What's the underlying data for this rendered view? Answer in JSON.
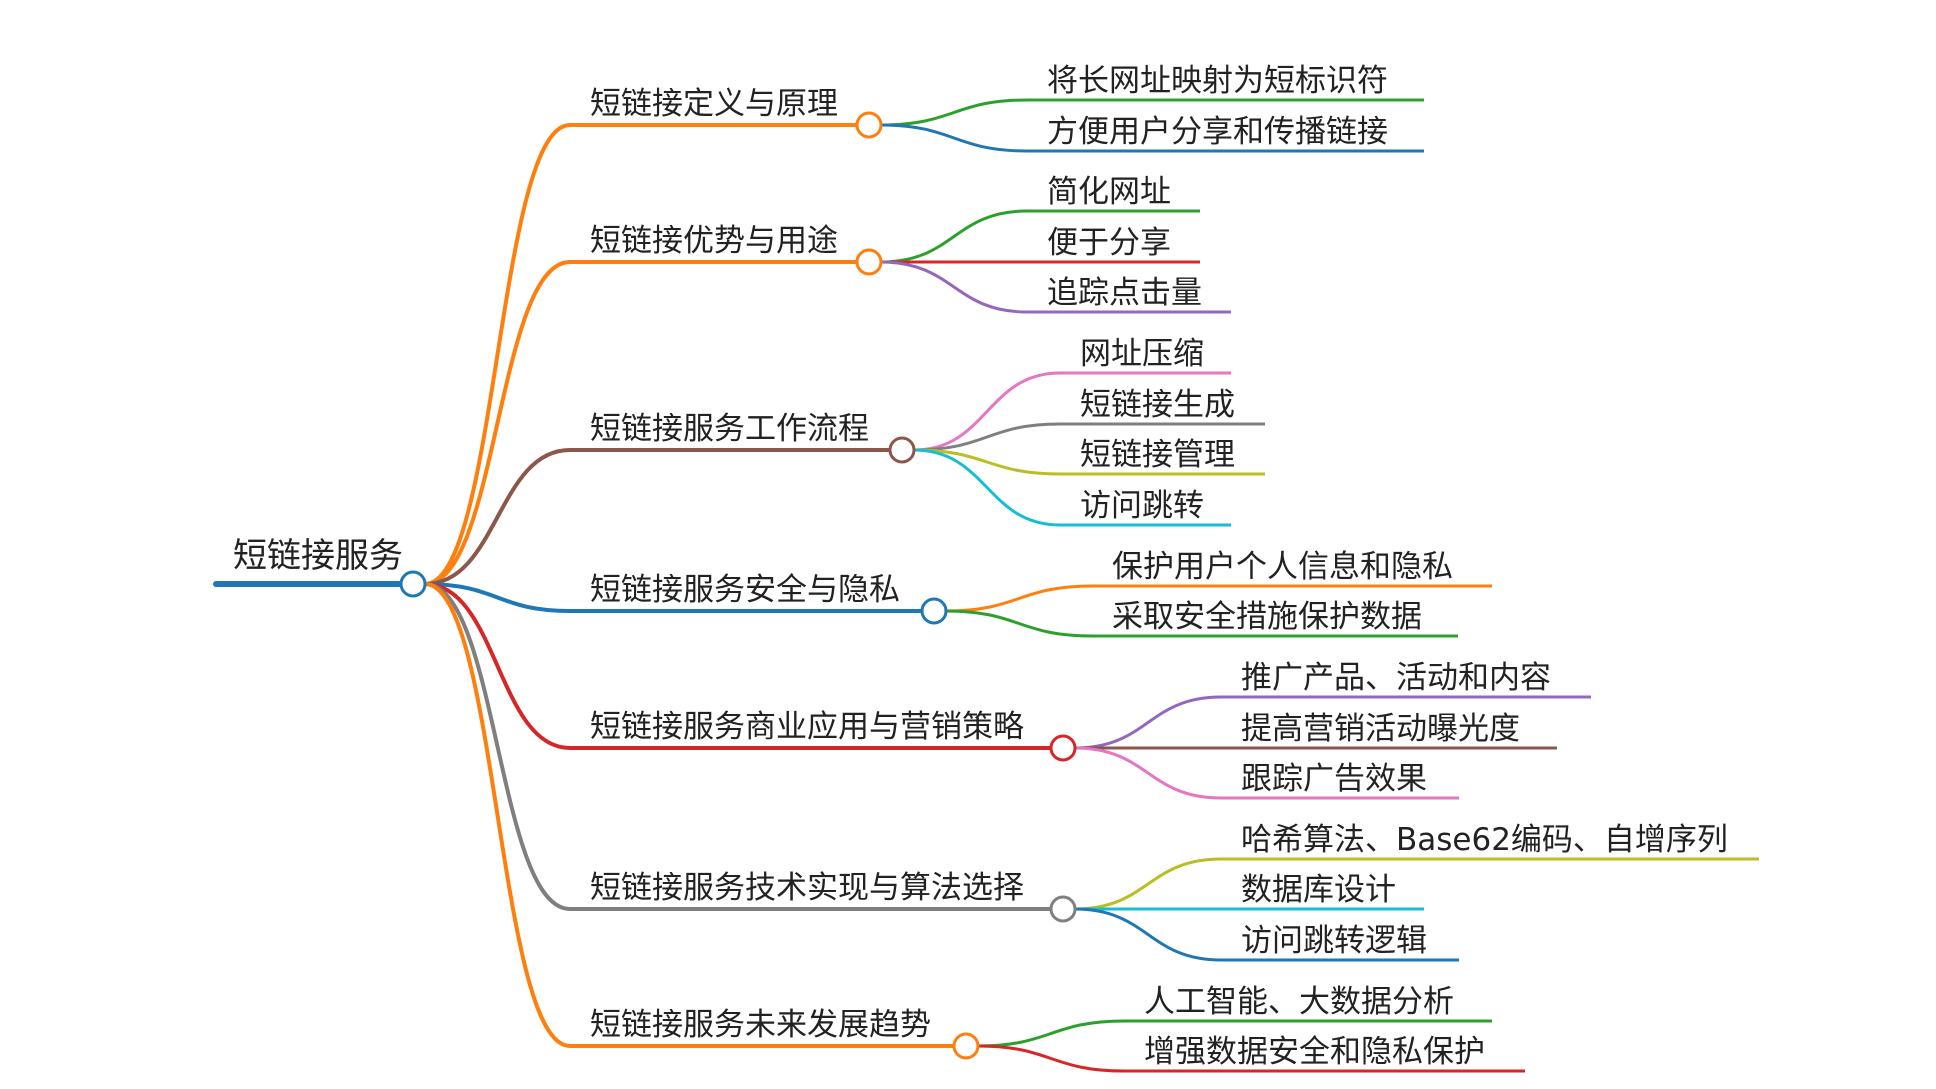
{
  "mindmap": {
    "root": {
      "label": "短链接服务",
      "color": "#1f77b4"
    },
    "branches": [
      {
        "label": "短链接定义与原理",
        "color": "#ff7f0e",
        "children": [
          {
            "label": "将长网址映射为短标识符",
            "color": "#2ca02c"
          },
          {
            "label": "方便用户分享和传播链接",
            "color": "#1f77b4"
          }
        ]
      },
      {
        "label": "短链接优势与用途",
        "color": "#ff7f0e",
        "children": [
          {
            "label": "简化网址",
            "color": "#2ca02c"
          },
          {
            "label": "便于分享",
            "color": "#d62728"
          },
          {
            "label": "追踪点击量",
            "color": "#9467bd"
          }
        ]
      },
      {
        "label": "短链接服务工作流程",
        "color": "#8c564b",
        "children": [
          {
            "label": "网址压缩",
            "color": "#e377c2"
          },
          {
            "label": "短链接生成",
            "color": "#7f7f7f"
          },
          {
            "label": "短链接管理",
            "color": "#bcbd22"
          },
          {
            "label": "访问跳转",
            "color": "#17becf"
          }
        ]
      },
      {
        "label": "短链接服务安全与隐私",
        "color": "#1f77b4",
        "children": [
          {
            "label": "保护用户个人信息和隐私",
            "color": "#ff7f0e"
          },
          {
            "label": "采取安全措施保护数据",
            "color": "#2ca02c"
          }
        ]
      },
      {
        "label": "短链接服务商业应用与营销策略",
        "color": "#d62728",
        "children": [
          {
            "label": "推广产品、活动和内容",
            "color": "#9467bd"
          },
          {
            "label": "提高营销活动曝光度",
            "color": "#8c564b"
          },
          {
            "label": "跟踪广告效果",
            "color": "#e377c2"
          }
        ]
      },
      {
        "label": "短链接服务技术实现与算法选择",
        "color": "#7f7f7f",
        "children": [
          {
            "label": "哈希算法、Base62编码、自增序列",
            "color": "#bcbd22"
          },
          {
            "label": "数据库设计",
            "color": "#17becf"
          },
          {
            "label": "访问跳转逻辑",
            "color": "#1f77b4"
          }
        ]
      },
      {
        "label": "短链接服务未来发展趋势",
        "color": "#ff7f0e",
        "children": [
          {
            "label": "人工智能、大数据分析",
            "color": "#2ca02c"
          },
          {
            "label": "增强数据安全和隐私保护",
            "color": "#d62728"
          }
        ]
      }
    ]
  }
}
